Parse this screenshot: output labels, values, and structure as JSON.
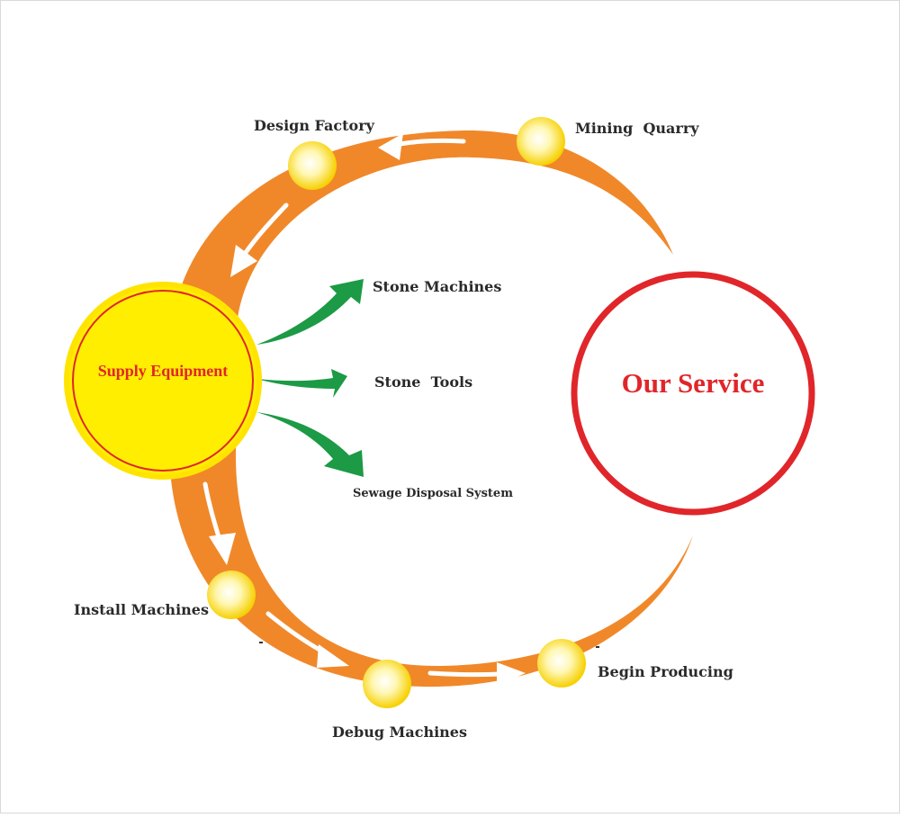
{
  "diagram": {
    "center_label": "Supply Equipment",
    "service_label": "Our Service",
    "steps": {
      "design_factory": "Design Factory",
      "mining_quarry": "Mining  Quarry",
      "install_machines": "Install Machines",
      "debug_machines": "Debug Machines",
      "begin_producing": "Begin Producing"
    },
    "branches": {
      "stone_machines": "Stone Machines",
      "stone_tools": "Stone  Tools",
      "sewage": "Sewage Disposal System"
    },
    "colors": {
      "ring": "#f0882a",
      "sun": "#ffee00",
      "sun_outline": "#e0262a",
      "branch_arrow": "#1c9a45",
      "service_ring": "#e0262a",
      "node": "#fff5a0"
    }
  }
}
